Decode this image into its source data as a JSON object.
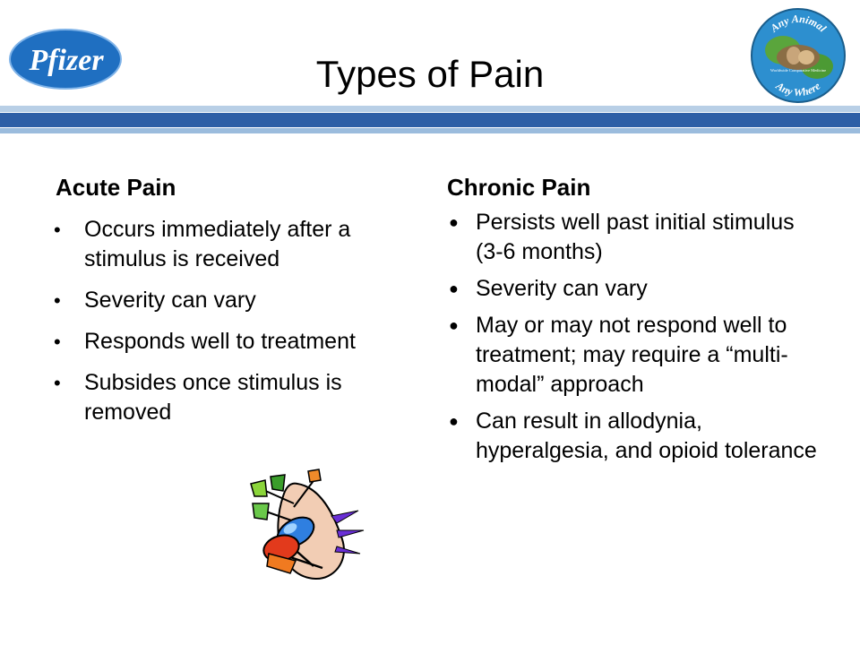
{
  "slide": {
    "title": "Types of Pain",
    "logos": {
      "left": {
        "icon": "pfizer-logo",
        "text": "Pfizer"
      },
      "right": {
        "icon": "any-animal-any-where-logo",
        "text_top": "Any Animal",
        "text_bottom": "Any Where",
        "text_center": "Worldwide Comparative Medicine"
      }
    },
    "colors": {
      "band_dark": "#2e5fa6",
      "band_light": "#b8cfe6",
      "pfizer_blue": "#1f6fc1"
    }
  },
  "acute": {
    "heading": "Acute Pain",
    "items": [
      "Occurs immediately after a stimulus is received",
      "Severity can vary",
      "Responds well to treatment",
      "Subsides once stimulus is removed"
    ]
  },
  "chronic": {
    "heading": "Chronic Pain",
    "items": [
      "Persists well past initial stimulus (3-6 months)",
      "Severity can vary",
      "May or may not respond well to treatment; may require a “multi-modal” approach",
      "Can result in allodynia, hyperalgesia, and opioid tolerance"
    ]
  },
  "clipart": {
    "icon": "pushpin-pain-clipart"
  }
}
